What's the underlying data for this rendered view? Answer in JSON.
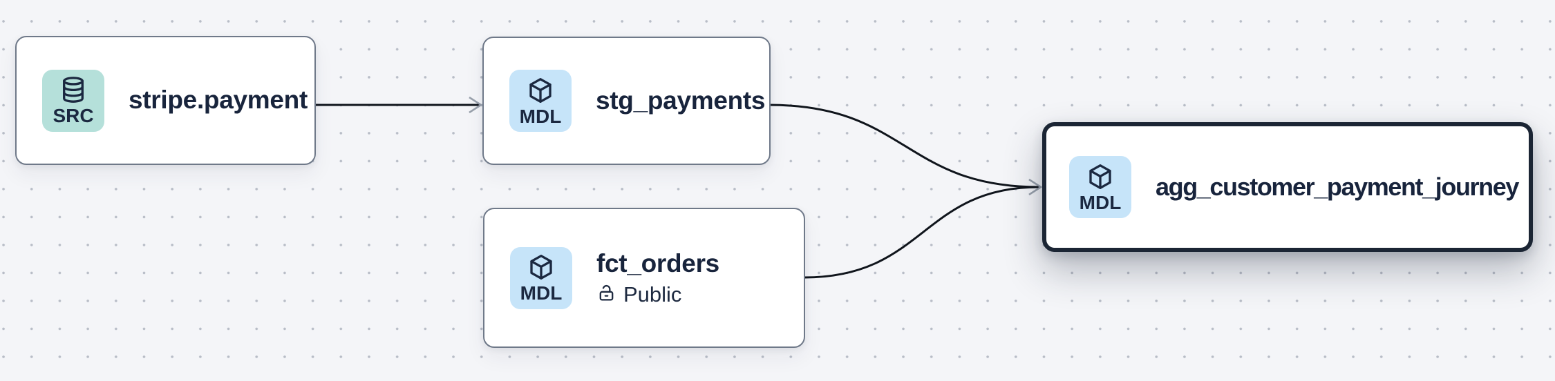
{
  "canvas": {
    "background_color": "#f4f5f8",
    "dot_color": "#b8bdc7",
    "edge_color": "#10151c",
    "arrowhead_color": "#99a1ac",
    "node_border_color": "#6f7989",
    "selected_border_color": "#1b2534"
  },
  "nodes": [
    {
      "title": "stripe.payment",
      "badge": {
        "label": "SRC",
        "icon": "database-icon",
        "bg": "#b5e0da"
      },
      "selected": false
    },
    {
      "title": "stg_payments",
      "badge": {
        "label": "MDL",
        "icon": "cube-icon",
        "bg": "#c6e4f9"
      },
      "selected": false
    },
    {
      "title": "fct_orders",
      "subtitle": "Public",
      "subtitle_icon": "lock-open-icon",
      "badge": {
        "label": "MDL",
        "icon": "cube-icon",
        "bg": "#c6e4f9"
      },
      "selected": false
    },
    {
      "title": "agg_customer_payment_journey",
      "badge": {
        "label": "MDL",
        "icon": "cube-icon",
        "bg": "#c6e4f9"
      },
      "selected": true
    }
  ],
  "edges": [
    {
      "from": "stripe.payment",
      "to": "stg_payments"
    },
    {
      "from": "stg_payments",
      "to": "agg_customer_payment_journey"
    },
    {
      "from": "fct_orders",
      "to": "agg_customer_payment_journey"
    }
  ]
}
